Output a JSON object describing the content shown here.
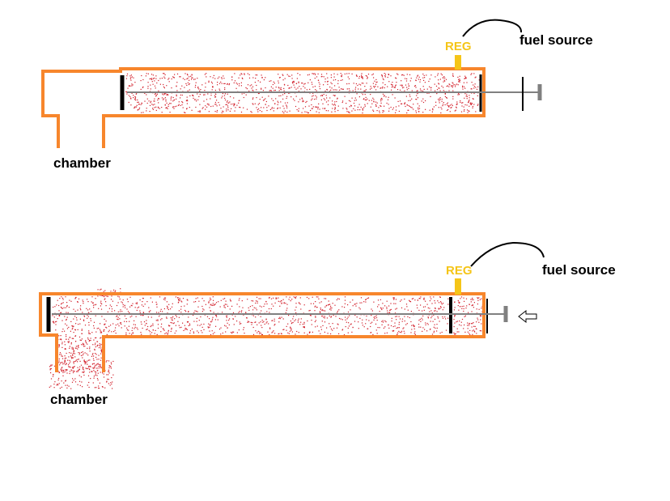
{
  "colors": {
    "housing": "#f7862c",
    "regulator": "#f5c518",
    "fuel_particles": "#d21f2a",
    "plunger": "#000000",
    "rod": "#808080",
    "label": "#000000"
  },
  "icons": {
    "push_indicator": "hollow-left-arrow-icon"
  },
  "diagrams": [
    {
      "regulator_label": "REG",
      "fuel_source_label": "fuel source",
      "chamber_label": "chamber",
      "plunger_state": "retracted"
    },
    {
      "regulator_label": "REG",
      "fuel_source_label": "fuel source",
      "chamber_label": "chamber",
      "plunger_state": "pushed"
    }
  ]
}
